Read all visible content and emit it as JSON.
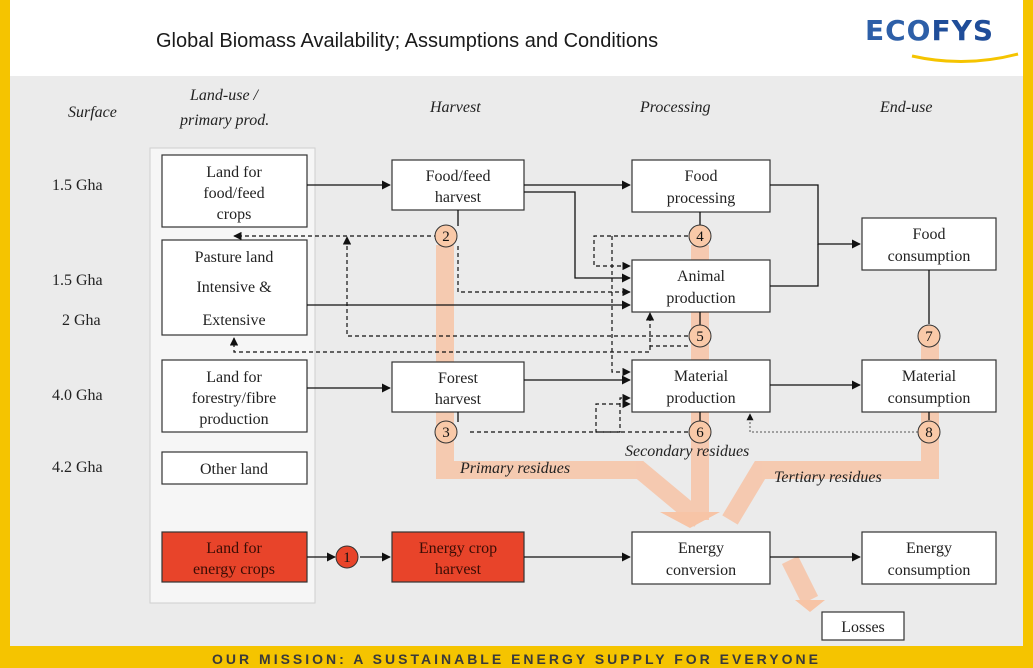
{
  "header": {
    "title": "Global Biomass Availability; Assumptions and Conditions",
    "logo_part1": "ECO",
    "logo_part2": "FYS"
  },
  "columns": {
    "surface": "Surface",
    "landuse_line1": "Land-use /",
    "landuse_line2": "primary prod.",
    "harvest": "Harvest",
    "processing": "Processing",
    "enduse": "End-use"
  },
  "surfaces": [
    "1.5 Gha",
    "1.5 Gha",
    "2 Gha",
    "4.0 Gha",
    "4.2 Gha"
  ],
  "land": {
    "food_feed": [
      "Land for",
      "food/feed",
      "crops"
    ],
    "pasture": [
      "Pasture land",
      "Intensive &",
      "Extensive"
    ],
    "forestry": [
      "Land for",
      "forestry/fibre",
      "production"
    ],
    "other": [
      "Other land"
    ],
    "energy": [
      "Land for",
      "energy crops"
    ]
  },
  "harvest": {
    "food": [
      "Food/feed",
      "harvest"
    ],
    "forest": [
      "Forest",
      "harvest"
    ],
    "energy": [
      "Energy crop",
      "harvest"
    ]
  },
  "processing": {
    "food": [
      "Food",
      "processing"
    ],
    "animal": [
      "Animal",
      "production"
    ],
    "material": [
      "Material",
      "production"
    ],
    "energy": [
      "Energy",
      "conversion"
    ]
  },
  "enduse": {
    "food": [
      "Food",
      "consumption"
    ],
    "material": [
      "Material",
      "consumption"
    ],
    "energy": [
      "Energy",
      "consumption"
    ]
  },
  "nodes": [
    "1",
    "2",
    "3",
    "4",
    "5",
    "6",
    "7",
    "8"
  ],
  "residues": {
    "primary": "Primary residues",
    "secondary": "Secondary residues",
    "tertiary": "Tertiary residues"
  },
  "losses": "Losses",
  "footer": "OUR MISSION: A SUSTAINABLE ENERGY SUPPLY FOR EVERYONE",
  "colors": {
    "brand_yellow": "#f5c400",
    "energy_red": "#e8442a",
    "residue_flow": "#f7c4a6",
    "node_fill": "#f9c9a8",
    "logo_blue": "#2d5fa8"
  }
}
